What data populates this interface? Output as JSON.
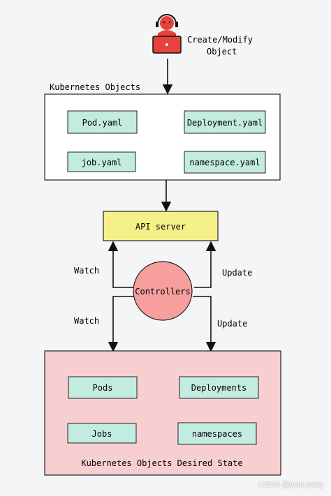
{
  "actor": {
    "label_line1": "Create/Modify",
    "label_line2": "Object",
    "icon": "user-laptop-icon"
  },
  "kubernetes_objects": {
    "title": "Kubernetes Objects",
    "files": [
      "Pod.yaml",
      "Deployment.yaml",
      "job.yaml",
      "namespace.yaml"
    ]
  },
  "api_server": {
    "label": "API server"
  },
  "controllers": {
    "label": "Controllers"
  },
  "edges": {
    "watch_top": "Watch",
    "update_top": "Update",
    "watch_bottom": "Watch",
    "update_bottom": "Update"
  },
  "desired_state": {
    "title": "Kubernetes Objects Desired State",
    "items": [
      "Pods",
      "Deployments",
      "Jobs",
      "namespaces"
    ]
  },
  "watermark": "CSDN @yule.yang",
  "colors": {
    "actor": "#e5433b",
    "file_box": "#c3ece0",
    "api_box": "#f6f08a",
    "controllers": "#f79f9f",
    "desired_bg": "#f8cfd0",
    "item_box": "#c3ece0"
  }
}
